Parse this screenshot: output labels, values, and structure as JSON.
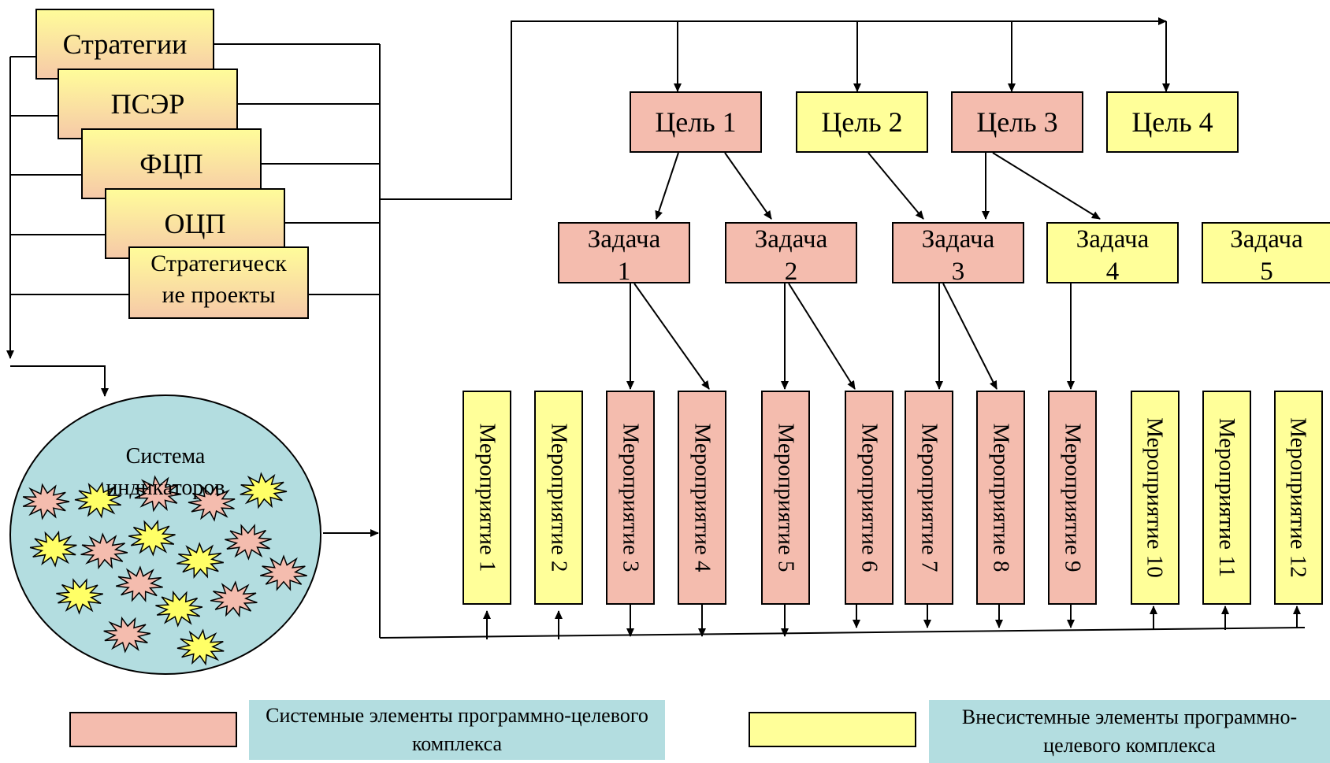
{
  "documents": [
    "Стратегии",
    "ПСЭР",
    "ФЦП",
    "ОЦП",
    "Стратегическ ие проекты"
  ],
  "goals": [
    "Цель 1",
    "Цель 2",
    "Цель 3",
    "Цель 4"
  ],
  "tasks": [
    "Задача 1",
    "Задача 2",
    "Задача 3",
    "Задача 4",
    "Задача 5"
  ],
  "events": [
    "Мероприятие 1",
    "Мероприятие 2",
    "Мероприятие 3",
    "Мероприятие 4",
    "Мероприятие 5",
    "Мероприятие 6",
    "Мероприятие 7",
    "Мероприятие 8",
    "Мероприятие 9",
    "Мероприятие 10",
    "Мероприятие 11",
    "Мероприятие 12"
  ],
  "indicators_label": "Система индикаторов",
  "legend": {
    "system": "Системные элементы программно-целевого комплекса",
    "external": "Внесистемные элементы программно-целевого комплекса"
  },
  "colors": {
    "system": "#f4bcae",
    "external": "#ffff99",
    "indicator_pool": "#b3dde0"
  }
}
